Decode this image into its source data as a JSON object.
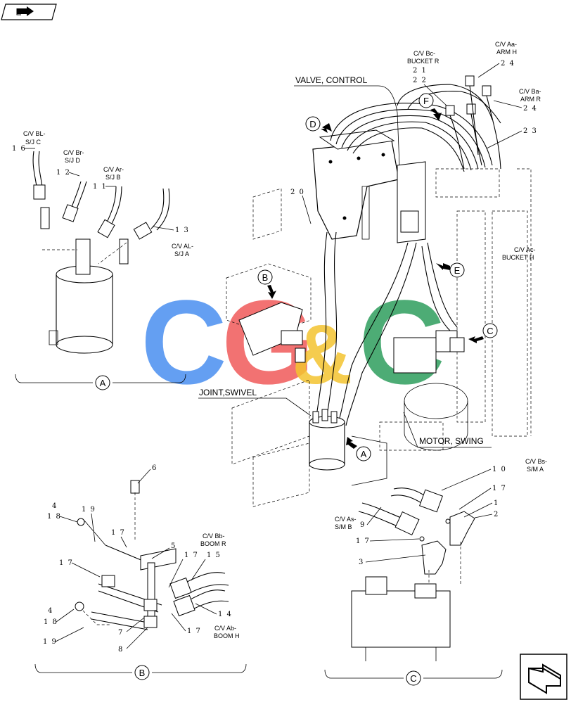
{
  "main_labels": {
    "valve_control": "VALVE, CONTROL",
    "joint_swivel": "JOINT,SWIVEL",
    "motor_swing": "MOTOR, SWING"
  },
  "view_markers": [
    "A",
    "B",
    "C",
    "D",
    "E",
    "F"
  ],
  "section_labels": {
    "a": "A",
    "b": "B",
    "c": "C"
  },
  "hose_labels": {
    "cv_bc_1": "C/V Bc-",
    "cv_bc_2": "BUCKET R",
    "cv_aa_1": "C/V Aa-",
    "cv_aa_2": "ARM H",
    "cv_ba_1": "C/V Ba-",
    "cv_ba_2": "ARM R",
    "cv_ac_1": "C/V Ac-",
    "cv_ac_2": "BUCKET H",
    "cv_bl_1": "C/V BL-",
    "cv_bl_2": "S/J C",
    "cv_br_1": "C/V Br-",
    "cv_br_2": "S/J D",
    "cv_ar_1": "C/V Ar-",
    "cv_ar_2": "S/J B",
    "cv_al_1": "C/V AL-",
    "cv_al_2": "S/J A",
    "cv_bb_1": "C/V Bb-",
    "cv_bb_2": "BOOM R",
    "cv_ab_1": "C/V Ab-",
    "cv_ab_2": "BOOM H",
    "cv_bs_1": "C/V Bs-",
    "cv_bs_2": "S/M A",
    "cv_as_1": "C/V As-",
    "cv_as_2": "S/M B"
  },
  "part_numbers": {
    "p21": "2 1",
    "p22": "2 2",
    "p24a": "2 4",
    "p24b": "2 4",
    "p23": "2 3",
    "p20": "2 0",
    "p16": "1 6",
    "p12": "1 2",
    "p11": "1 1",
    "p13": "1 3",
    "p6": "6",
    "p4a": "4",
    "p18a": "1 8",
    "p19a": "1 9",
    "p17a": "1 7",
    "p5": "5",
    "p17b": "1 7",
    "p17c": "1 7",
    "p15": "1 5",
    "p4b": "4",
    "p18b": "1 8",
    "p19b": "1 9",
    "p7": "7",
    "p8": "8",
    "p17d": "1 7",
    "p14": "1 4",
    "p10": "1 0",
    "p17e": "1 7",
    "p1": "1",
    "p2": "2",
    "p9": "9",
    "p17f": "1 7",
    "p3": "3"
  },
  "watermark": {
    "letters": [
      "C",
      "G",
      "&",
      "C"
    ],
    "colors": [
      "#4a8ff0",
      "#f05a5a",
      "#f4c430",
      "#2e9e5e"
    ]
  },
  "nav_icons": [
    "prev-page-icon",
    "next-page-icon"
  ]
}
